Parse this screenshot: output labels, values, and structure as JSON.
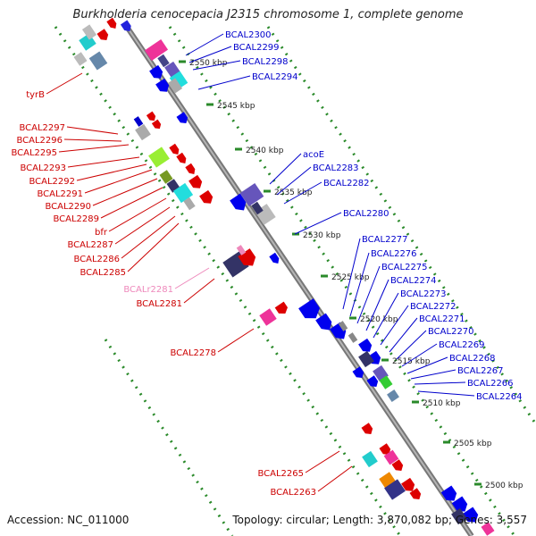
{
  "title": "Burkholderia cenocepacia J2315 chromosome 1, complete genome",
  "footer": {
    "accession": "Accession: NC_011000",
    "summary": "Topology: circular; Length: 3,870,082 bp; Genes: 3,557"
  },
  "colors": {
    "backbone": "#8a8a8a",
    "ticks": "#2a8a2a",
    "forward_label": "#0000cc",
    "reverse_label": "#cc0000",
    "rna_label": "#ee88bb"
  },
  "ruler": [
    {
      "text": "2550 kbp"
    },
    {
      "text": "2545 kbp"
    },
    {
      "text": "2540 kbp"
    },
    {
      "text": "2535 kbp"
    },
    {
      "text": "2530 kbp"
    },
    {
      "text": "2525 kbp"
    },
    {
      "text": "2520 kbp"
    },
    {
      "text": "2515 kbp"
    },
    {
      "text": "2510 kbp"
    },
    {
      "text": "2505 kbp"
    },
    {
      "text": "2500 kbp"
    }
  ],
  "genes_right": [
    {
      "text": "BCAL2300"
    },
    {
      "text": "BCAL2299"
    },
    {
      "text": "BCAL2298"
    },
    {
      "text": "BCAL2294"
    },
    {
      "text": "acoE"
    },
    {
      "text": "BCAL2283"
    },
    {
      "text": "BCAL2282"
    },
    {
      "text": "BCAL2280"
    },
    {
      "text": "BCAL2277"
    },
    {
      "text": "BCAL2276"
    },
    {
      "text": "BCAL2275"
    },
    {
      "text": "BCAL2274"
    },
    {
      "text": "BCAL2273"
    },
    {
      "text": "BCAL2272"
    },
    {
      "text": "BCAL2271"
    },
    {
      "text": "BCAL2270"
    },
    {
      "text": "BCAL2269"
    },
    {
      "text": "BCAL2268"
    },
    {
      "text": "BCAL2267"
    },
    {
      "text": "BCAL2266"
    },
    {
      "text": "BCAL2264"
    }
  ],
  "genes_left": [
    {
      "text": "tyrB",
      "rna": false
    },
    {
      "text": "BCAL2297",
      "rna": false
    },
    {
      "text": "BCAL2296",
      "rna": false
    },
    {
      "text": "BCAL2295",
      "rna": false
    },
    {
      "text": "BCAL2293",
      "rna": false
    },
    {
      "text": "BCAL2292",
      "rna": false
    },
    {
      "text": "BCAL2291",
      "rna": false
    },
    {
      "text": "BCAL2290",
      "rna": false
    },
    {
      "text": "BCAL2289",
      "rna": false
    },
    {
      "text": "bfr",
      "rna": false
    },
    {
      "text": "BCAL2287",
      "rna": false
    },
    {
      "text": "BCAL2286",
      "rna": false
    },
    {
      "text": "BCAL2285",
      "rna": false
    },
    {
      "text": "BCALr2281",
      "rna": true
    },
    {
      "text": "BCAL2281",
      "rna": false
    },
    {
      "text": "BCAL2278",
      "rna": false
    },
    {
      "text": "BCAL2265",
      "rna": false
    },
    {
      "text": "BCAL2263",
      "rna": false
    }
  ]
}
